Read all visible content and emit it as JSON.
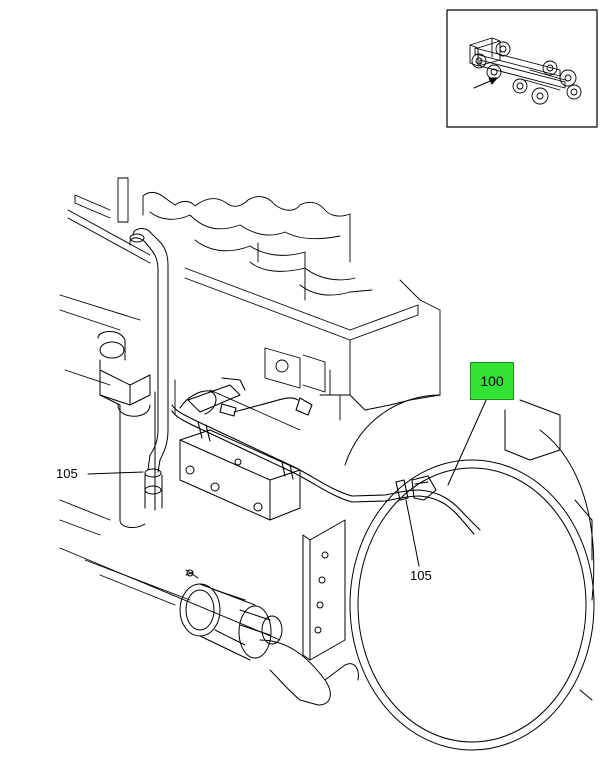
{
  "callouts": {
    "highlighted": "100",
    "left_hose": "105",
    "lower_clip": "105"
  },
  "colors": {
    "highlight": "#33e233",
    "line": "#000000"
  },
  "inset": {
    "arrow_icon": "arrow-icon",
    "subject": "truck-chassis-locator"
  }
}
